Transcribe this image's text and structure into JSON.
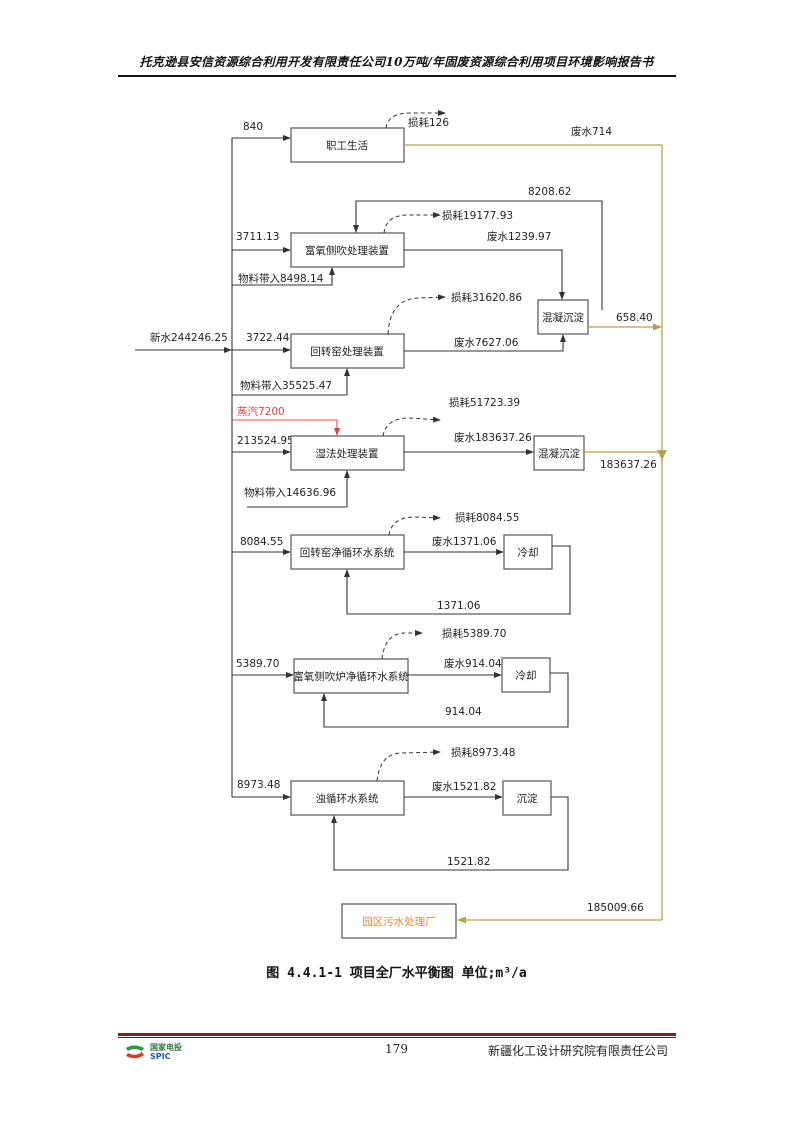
{
  "header": {
    "title": "托克逊县安信资源综合利用开发有限责任公司10万吨/年固废资源综合利用项目环境影响报告书"
  },
  "diagram": {
    "fresh_water": "新水244246.25",
    "colors": {
      "main_line": "#333333",
      "wastewater_line": "#b5a24a",
      "steam": "#e04040",
      "sewage_plant": "#e8893a"
    },
    "units": [
      {
        "name": "职工生活",
        "input": "840",
        "loss": "损耗126",
        "wastewater": "废水714"
      },
      {
        "name": "富氧侧吹处理装置",
        "input": "3711.13",
        "material": "物料带入8498.14",
        "loss": "损耗19177.93",
        "wastewater": "废水1239.97",
        "recycle": "8208.62"
      },
      {
        "name": "回转窑处理装置",
        "input": "3722.44",
        "material": "物料带入35525.47",
        "loss": "损耗31620.86",
        "wastewater": "废水7627.06"
      },
      {
        "name": "湿法处理装置",
        "input": "213524.95",
        "steam": "蒸汽7200",
        "material": "物料带入14636.96",
        "loss": "损耗51723.39",
        "wastewater": "废水183637.26"
      },
      {
        "name": "回转窑净循环水系统",
        "input": "8084.55",
        "loss": "损耗8084.55",
        "wastewater": "废水1371.06",
        "return": "1371.06"
      },
      {
        "name": "富氧侧吹炉净循环水系统",
        "input": "5389.70",
        "loss": "损耗5389.70",
        "wastewater": "废水914.04",
        "return": "914.04"
      },
      {
        "name": "浊循环水系统",
        "input": "8973.48",
        "loss": "损耗8973.48",
        "wastewater": "废水1521.82",
        "return": "1521.82"
      }
    ],
    "treatment": {
      "settle1": "混凝沉淀",
      "settle1_out": "658.40",
      "settle2": "混凝沉淀",
      "settle2_out": "183637.26",
      "cool1": "冷却",
      "cool2": "冷却",
      "settle3": "沉淀"
    },
    "sewage_plant": "园区污水处理厂",
    "sewage_total": "185009.66"
  },
  "caption": "图 4.4.1-1  项目全厂水平衡图 单位;m³/a",
  "footer": {
    "logo_cn": "国家电投",
    "logo_en": "SPIC",
    "page": "179",
    "org": "新疆化工设计研究院有限责任公司"
  }
}
